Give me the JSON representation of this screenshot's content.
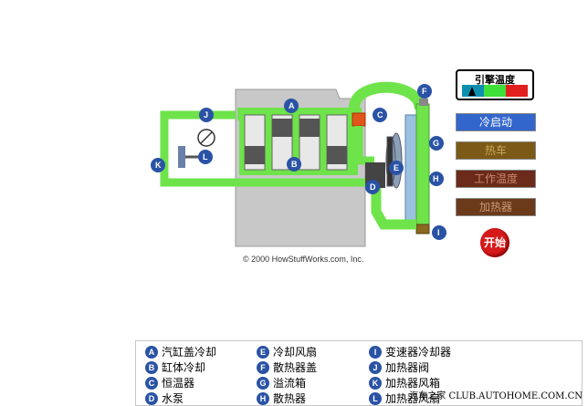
{
  "copyright": "© 2000 HowStuffWorks.com, Inc.",
  "gauge": {
    "title": "引擎温度",
    "colors": [
      "#0e8fb0",
      "#3fe03a",
      "#e22020"
    ]
  },
  "buttons": [
    {
      "label": "冷启动",
      "bg": "#3366cc",
      "fg": "#ffffff"
    },
    {
      "label": "热车",
      "bg": "#7a5a16",
      "fg": "#c9a85a"
    },
    {
      "label": "工作温度",
      "bg": "#6b2a1a",
      "fg": "#c98a6a"
    },
    {
      "label": "加热器",
      "bg": "#6b3a1a",
      "fg": "#c99a7a"
    }
  ],
  "start_label": "开始",
  "diagram_letters": [
    "A",
    "B",
    "C",
    "D",
    "E",
    "F",
    "G",
    "H",
    "I",
    "J",
    "K",
    "L"
  ],
  "legend": [
    {
      "letter": "A",
      "text": "汽缸盖冷却"
    },
    {
      "letter": "B",
      "text": "缸体冷却"
    },
    {
      "letter": "C",
      "text": "恒温器"
    },
    {
      "letter": "D",
      "text": "水泵"
    },
    {
      "letter": "E",
      "text": "冷却风扇"
    },
    {
      "letter": "F",
      "text": "散热器盖"
    },
    {
      "letter": "G",
      "text": "溢流箱"
    },
    {
      "letter": "H",
      "text": "散热器"
    },
    {
      "letter": "I",
      "text": "变速器冷却器"
    },
    {
      "letter": "J",
      "text": "加热器阀"
    },
    {
      "letter": "K",
      "text": "加热器风箱"
    },
    {
      "letter": "L",
      "text": "加热器风扇"
    }
  ],
  "watermark": "汽车之家 CLUB.AUTOHOME.COM.CN"
}
